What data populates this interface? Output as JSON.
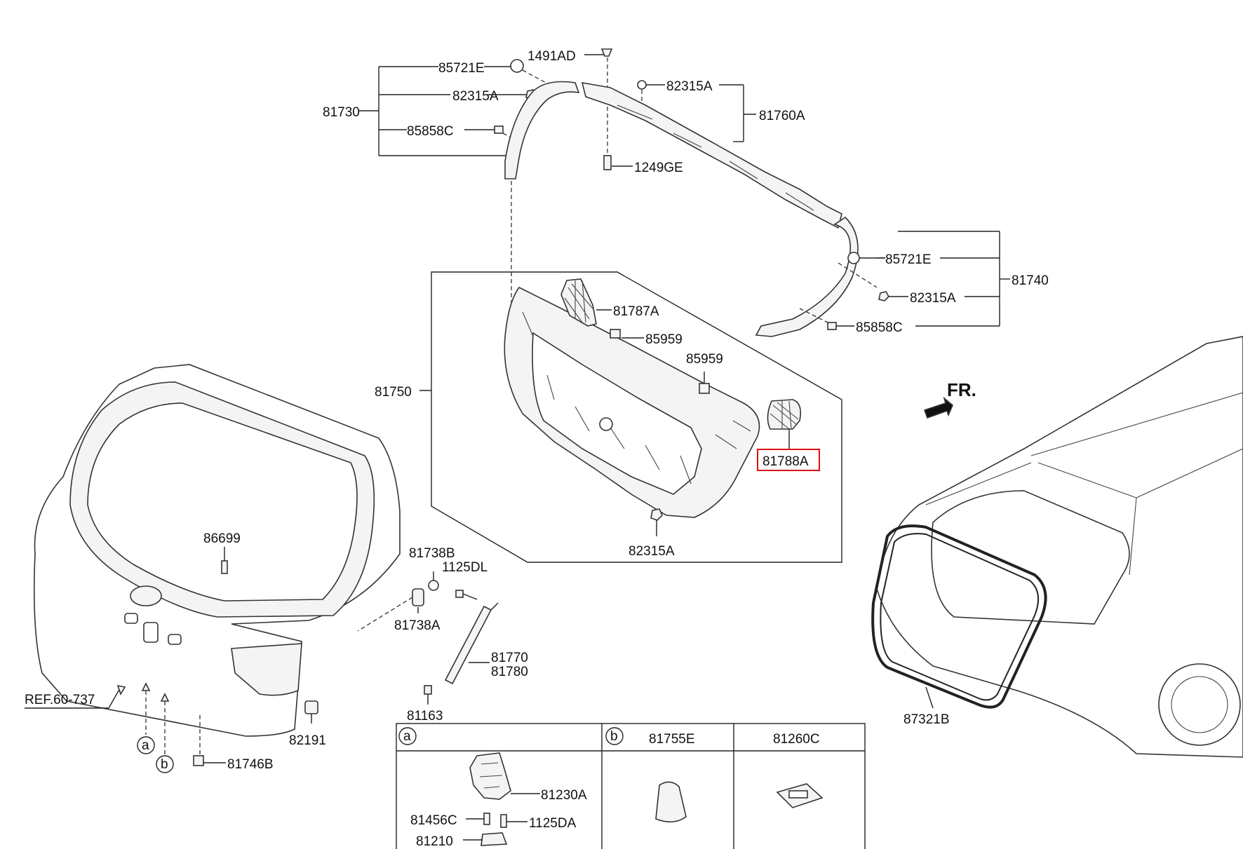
{
  "labels": {
    "p85721e_top": "85721E",
    "p1491ad": "1491AD",
    "p82315a_top_l": "82315A",
    "p81730": "81730",
    "p85858c_top": "85858C",
    "p82315a_top_r": "82315A",
    "p81760a": "81760A",
    "p1249ge": "1249GE",
    "p85721e_r": "85721E",
    "p81740": "81740",
    "p82315a_r": "82315A",
    "p85858c_r": "85858C",
    "p81787a": "81787A",
    "p85959_a": "85959",
    "p85959_b": "85959",
    "p81750": "81750",
    "p81788a": "81788A",
    "p82315a_bot": "82315A",
    "p86699": "86699",
    "p81738b": "81738B",
    "p1125dl": "1125DL",
    "p81738a": "81738A",
    "p81770": "81770",
    "p81780": "81780",
    "p81163": "81163",
    "p82191": "82191",
    "p81746b": "81746B",
    "ref": "REF.60-737",
    "fr": "FR.",
    "p87321b": "87321B",
    "circle_a": "a",
    "circle_b": "b",
    "table": {
      "col_a_key": "a",
      "col_b_key": "b",
      "col_b_part": "81755E",
      "col_c_part": "81260C",
      "p81230a": "81230A",
      "p81456c": "81456C",
      "p1125da": "1125DA",
      "p81210": "81210"
    }
  },
  "highlight": {
    "part": "81788A",
    "color": "#e01010"
  }
}
